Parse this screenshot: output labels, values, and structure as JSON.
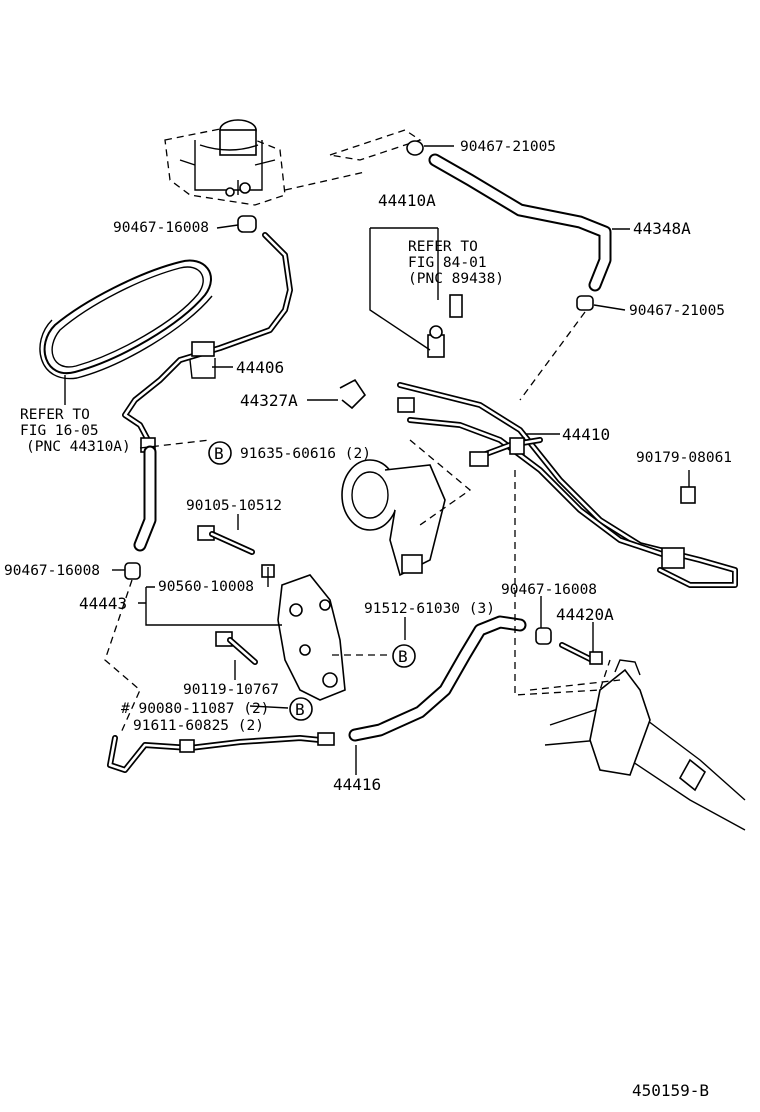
{
  "diagram": {
    "figure_number": "450159-B",
    "callouts": {
      "p90467_21005_top": "90467-21005",
      "p44410a": "44410A",
      "refer84_line1": "REFER TO",
      "refer84_line2": "FIG 84-01",
      "refer84_line3": "(PNC 89438)",
      "p44348a": "44348A",
      "p90467_16008_top": "90467-16008",
      "p90467_21005_mid": "90467-21005",
      "p44406": "44406",
      "p44327a": "44327A",
      "refer16_line1": "REFER TO",
      "refer16_line2": "FIG 16-05",
      "refer16_line3": "(PNC 44310A)",
      "p44410": "44410",
      "p91635": "91635-60616 (2)",
      "p90179": "90179-08061",
      "p90105": "90105-10512",
      "p90467_16008_left": "90467-16008",
      "p90560": "90560-10008",
      "p44443": "44443",
      "p90467_16008_right": "90467-16008",
      "p91512": "91512-61030 (3)",
      "p44420a": "44420A",
      "p90119": "90119-10767",
      "p90080": "# 90080-11087 (2)",
      "p91611": "91611-60825 (2)",
      "p44416": "44416",
      "ref_b": "B"
    }
  }
}
